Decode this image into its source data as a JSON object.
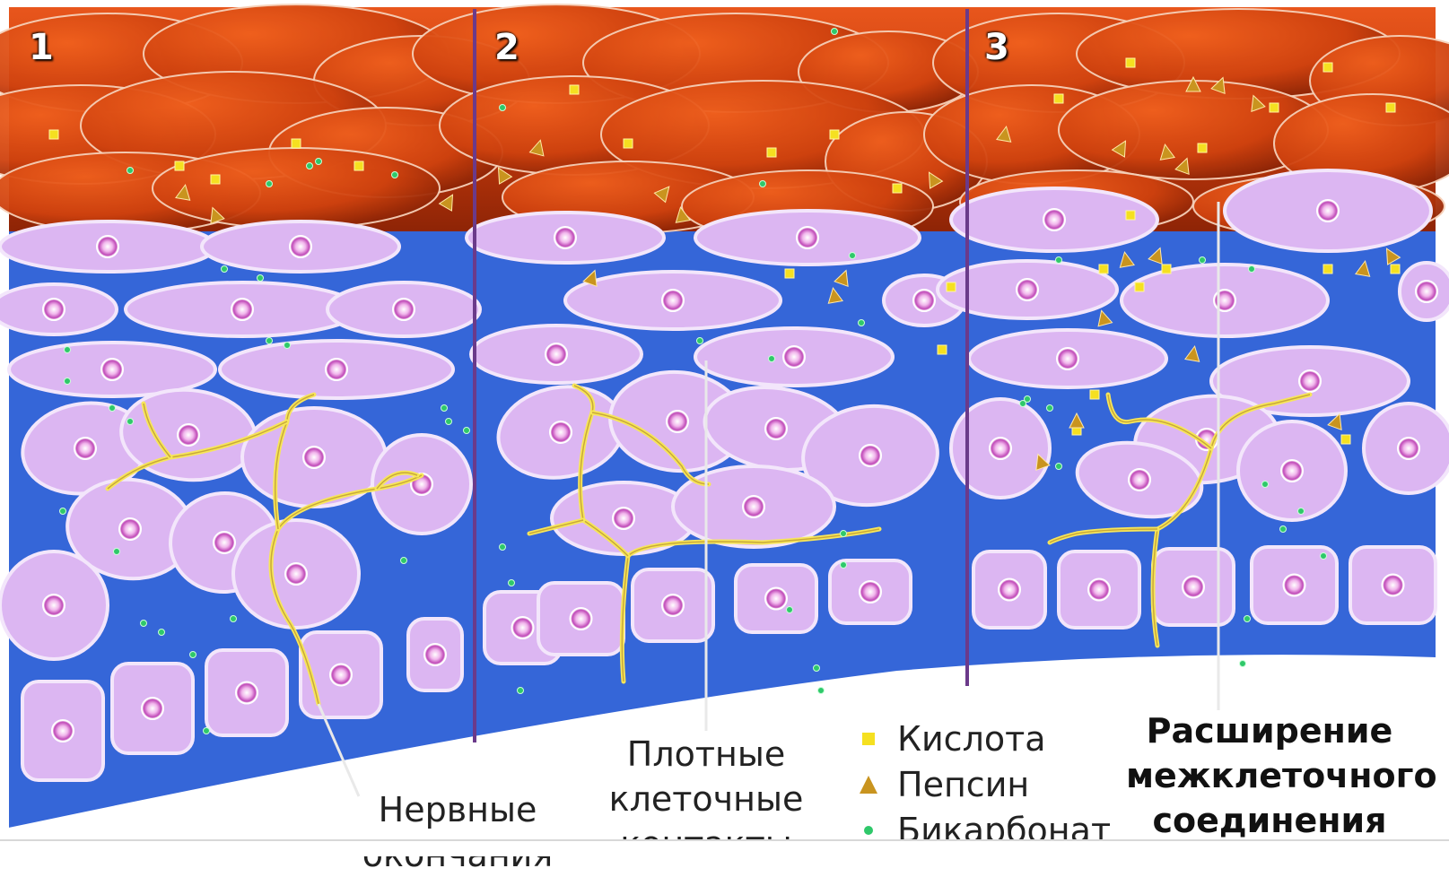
{
  "panels": [
    {
      "number": "1"
    },
    {
      "number": "2"
    },
    {
      "number": "3"
    }
  ],
  "labels": {
    "nerve_endings": "Нервные окончания",
    "tight_junctions": "Плотные клеточные контакты",
    "dilation": "Расширение межклеточного соединения"
  },
  "legend": [
    {
      "icon": "acid-square-icon",
      "label": "Кислота",
      "color": "#f5e020"
    },
    {
      "icon": "pepsin-triangle-icon",
      "label": "Пепсин",
      "color": "#c9941f"
    },
    {
      "icon": "bicarbonate-dot-icon",
      "label": "Бикарбонат",
      "color": "#2fc86a"
    }
  ],
  "colors": {
    "lumen": "#c63a10",
    "interstitial": "#3566d8",
    "cell": "#dcb6f2",
    "cell_edge": "#f3e6fb",
    "nerve": "#f3e24a",
    "divider": "#6b3a8a"
  }
}
